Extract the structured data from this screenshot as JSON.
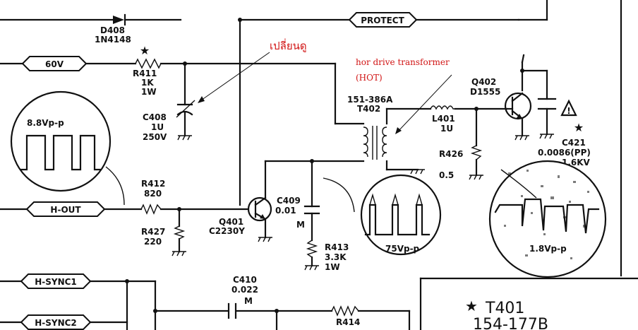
{
  "signals": {
    "protect": "PROTECT",
    "v60": "60V",
    "h_out": "H-OUT",
    "h_sync1": "H-SYNC1",
    "h_sync2": "H-SYNC2"
  },
  "components": {
    "d408_name": "D408",
    "d408_part": "1N4148",
    "r411_name": "R411",
    "r411_value": "1K",
    "r411_power": "1W",
    "c408_name": "C408",
    "c408_value": "1U",
    "c408_voltage": "250V",
    "r412_name": "R412",
    "r412_value": "820",
    "r427_name": "R427",
    "r427_value": "220",
    "q401_name": "Q401",
    "q401_part": "C2230Y",
    "c409_name": "C409",
    "c409_value": "0.01",
    "c409_type": "M",
    "r413_name": "R413",
    "r413_value": "3.3K",
    "r413_power": "1W",
    "c410_name": "C410",
    "c410_value": "0.022",
    "c410_type": "M",
    "r414_name": "R414",
    "t402_part": "151-386A",
    "t402_name": "T402",
    "l401_name": "L401",
    "l401_value": "1U",
    "r426_name": "R426",
    "r426_value": "0.5",
    "q402_name": "Q402",
    "q402_part": "D1555",
    "c421_name": "C421",
    "c421_value": "0.0086(PP)",
    "c421_voltage": "1.6KV",
    "t401_name": "T401",
    "t401_part": "154-177B"
  },
  "waveforms": {
    "wave1": "8.8Vp-p",
    "wave2": "75Vp-p",
    "wave3": "1.8Vp-p"
  },
  "annotations": {
    "thai_note": "เปลี่ยนดู",
    "hot_title": "hor drive transformer",
    "hot_abbr": "(HOT)",
    "color": "#d11414"
  }
}
